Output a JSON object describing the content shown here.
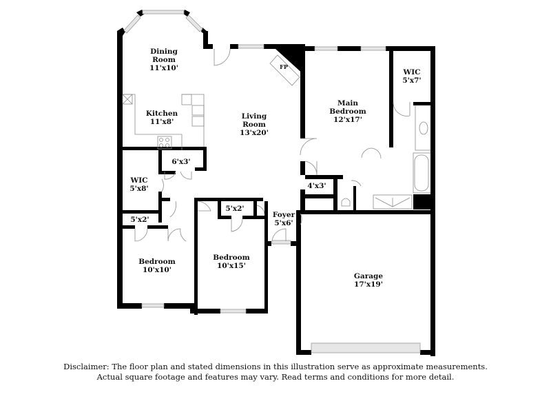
{
  "floorplan": {
    "rooms": [
      {
        "name": "Dining Room",
        "line1": "Dining",
        "line2": "Room",
        "dims": "11'x10'"
      },
      {
        "name": "Kitchen",
        "line1": "Kitchen",
        "dims": "11'x8'"
      },
      {
        "name": "Living Room",
        "line1": "Living",
        "line2": "Room",
        "dims": "13'x20'"
      },
      {
        "name": "Main Bedroom",
        "line1": "Main",
        "line2": "Bedroom",
        "dims": "12'x17'"
      },
      {
        "name": "WIC (main)",
        "line1": "WIC",
        "dims": "5'x7'"
      },
      {
        "name": "WIC",
        "line1": "WIC",
        "dims": "5'x8'"
      },
      {
        "name": "Closet 6x3",
        "dims": "6'x3'"
      },
      {
        "name": "Closet 4x3",
        "dims": "4'x3'"
      },
      {
        "name": "Closet 5x2 (left)",
        "dims": "5'x2'"
      },
      {
        "name": "Closet 5x2 (middle)",
        "dims": "5'x2'"
      },
      {
        "name": "Foyer",
        "line1": "Foyer",
        "dims": "5'x6'"
      },
      {
        "name": "Bedroom 10x10",
        "line1": "Bedroom",
        "dims": "10'x10'"
      },
      {
        "name": "Bedroom 10x15",
        "line1": "Bedroom",
        "dims": "10'x15'"
      },
      {
        "name": "Garage",
        "line1": "Garage",
        "dims": "17'x19'"
      }
    ],
    "fireplace_label": "FP",
    "colors": {
      "wall": "#000000",
      "window": "#d9d9d9",
      "fixture": "#9a9a9a",
      "background": "#ffffff"
    }
  },
  "disclaimer": {
    "line1": "Disclaimer: The floor plan and stated dimensions in this illustration serve as approximate measurements.",
    "line2": "Actual square footage and features may vary. Read terms and conditions for more detail."
  }
}
